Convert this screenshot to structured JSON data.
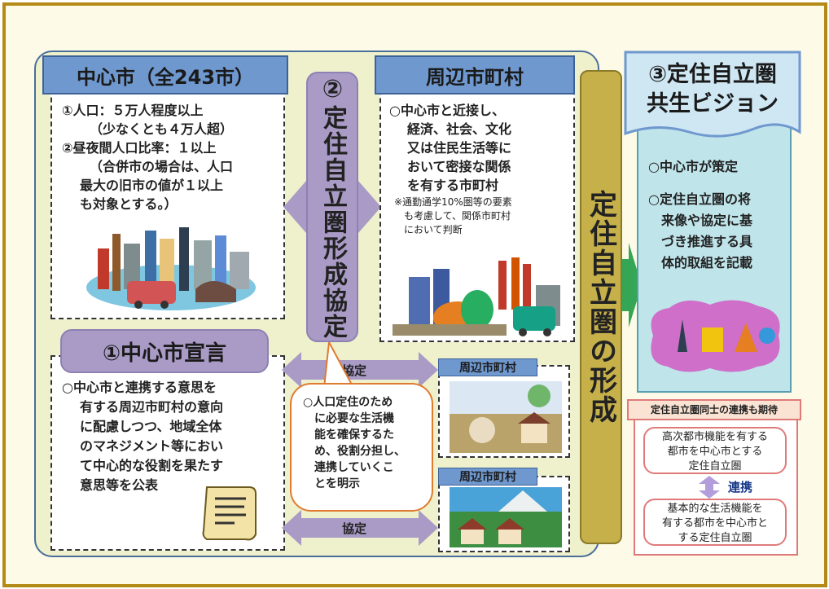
{
  "central_city": {
    "title": "中心市（全243市）",
    "criteria": [
      "①人口：５万人程度以上",
      "（少なくとも４万人超）",
      "②昼夜間人口比率：１以上",
      "（合併市の場合は、人口",
      "最大の旧市の値が１以上",
      "も対象とする。）"
    ]
  },
  "declaration": {
    "title": "①中心市宣言",
    "lines": [
      "○中心市と連携する意思を",
      "有する周辺市町村の意向",
      "に配慮しつつ、地域全体",
      "のマネジメント等におい",
      "て中心的な役割を果たす",
      "意思等を公表"
    ]
  },
  "agreement": {
    "vertical_title": "②定住自立圏形成協定",
    "arrow_label_1": "協定",
    "arrow_label_2": "協定",
    "bubble_lines": [
      "○人口定住のため",
      "に必要な生活機",
      "能を確保するた",
      "め、役割分担し、",
      "連携していくこ",
      "とを明示"
    ]
  },
  "surrounding": {
    "title": "周辺市町村",
    "lines": [
      "○中心市と近接し、",
      "経済、社会、文化",
      "又は住民生活等に",
      "おいて密接な関係",
      "を有する市町村"
    ],
    "note_lines": [
      "※通勤通学10%圏等の要素",
      "も考慮して、関係市町村",
      "において判断"
    ],
    "small_label_1": "周辺市町村",
    "small_label_2": "周辺市町村"
  },
  "formation": {
    "vertical_title": "定住自立圏の形成"
  },
  "vision": {
    "title_line1": "③定住自立圏",
    "title_line2": "共生ビジョン",
    "item1": "○中心市が策定",
    "item2_lines": [
      "○定住自立圏の将",
      "来像や協定に基",
      "づき推進する具",
      "体的取組を記載"
    ]
  },
  "cooperation": {
    "heading": "定住自立圏同士の連携も期待",
    "box1_lines": [
      "高次都市機能を有する",
      "都市を中心市とする",
      "定住自立圏"
    ],
    "link_label": "連携",
    "box2_lines": [
      "基本的な生活機能を",
      "有する都市を中心市と",
      "する定住自立圏"
    ]
  },
  "colors": {
    "frame": "#b48a16",
    "banner_blue": "#6f98cf",
    "purple": "#a99bc6",
    "gold": "#c6b04a",
    "green_arrow": "#35a655",
    "vision_bg": "#bfe4ea",
    "coop_pink": "#e07a7a"
  }
}
